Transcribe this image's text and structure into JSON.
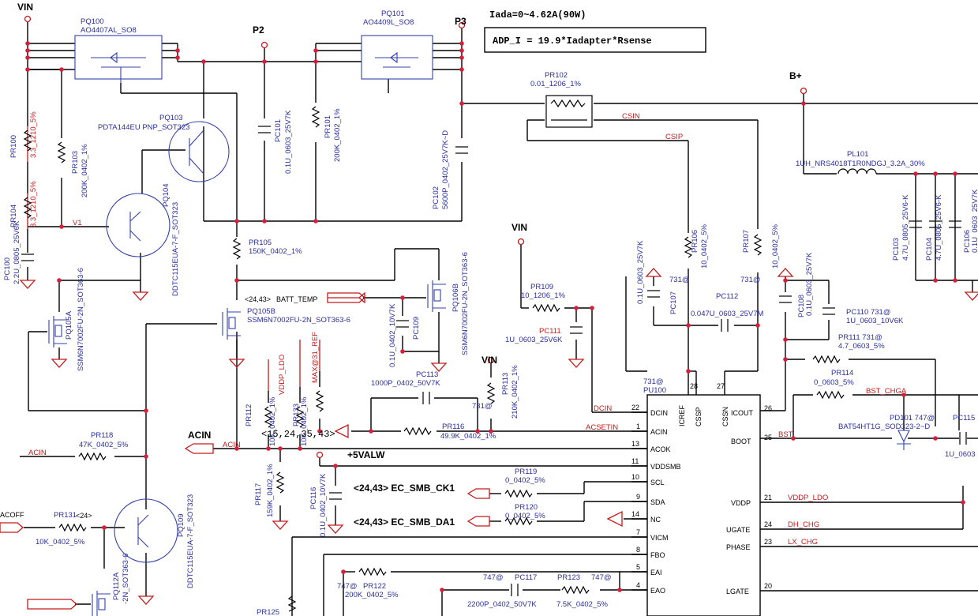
{
  "nets": {
    "vin_top": "VIN",
    "p2": "P2",
    "p3": "P3",
    "bplus": "B+",
    "vin_mid": "VIN",
    "vin_low": "VIN",
    "acin_big": "ACIN",
    "acin_red_left": "ACIN",
    "acin_red_mid": "ACIN",
    "batt_temp": "BATT_TEMP",
    "batt_ref": "<24,43>",
    "acin_ref": "<15,24,35,43>",
    "v5alw": "+5VALW",
    "smb_ck": "<24,43>  EC_SMB_CK1",
    "smb_da": "<24,43>  EC_SMB_DA1",
    "acoff": "ACOFF",
    "acoff_ref": "<24>",
    "csin": "CSIN",
    "csip": "CSIP",
    "dcin": "DCIN",
    "acsetin": "ACSETIN",
    "vddp_ldo_v": "VDDP_LDO",
    "max_ref_v": "MAX@31_REF",
    "bst_chga": "BST_CHGA",
    "bst": "BST",
    "vddp_ldo": "VDDP_LDO",
    "dh_chg": "DH_CHG",
    "lx_chg": "LX_CHG",
    "v1": "V1"
  },
  "notes": {
    "iada": "Iada=0~4.62A(90W)",
    "adp_formula": "ADP_I = 19.9*Iadapter*Rsense"
  },
  "parts": {
    "pq100": {
      "ref": "PQ100",
      "val": "AO4407AL_SO8"
    },
    "pq101": {
      "ref": "PQ101",
      "val": "AO4409L_SO8"
    },
    "pq103": {
      "ref": "PQ103",
      "val": "PDTA144EU PNP_SOT323"
    },
    "pq104": {
      "ref": "PQ104",
      "val": "DDTC115EUA-7-F_SOT323"
    },
    "pq105a": {
      "ref": "PQ105A",
      "val": "SSM6N7002FU-2N_SOT363-6"
    },
    "pq105b": {
      "ref": "PQ105B",
      "val": "SSM6N7002FU-2N_SOT363-6"
    },
    "pq106b": {
      "ref": "PQ106B",
      "val": "SSM6N7002FU-2N_SOT363-6"
    },
    "pq109": {
      "ref": "PQ109",
      "val": "DDTC115EUA-7-F_SOT323"
    },
    "pq112a": {
      "ref": "PQ112A",
      "val": "-2N_SOT363-6"
    },
    "pr100": {
      "ref": "PR100",
      "val": "3.3_1210_5%"
    },
    "pr104": {
      "ref": "PR104",
      "val": "3.3_1210_5%"
    },
    "pr103": {
      "ref": "PR103",
      "val": "200K_0402_1%"
    },
    "pr101": {
      "ref": "PR101",
      "val": "200K_0402_1%"
    },
    "pr102": {
      "ref": "PR102",
      "val": "0.01_1206_1%"
    },
    "pr105": {
      "ref": "PR105",
      "val": "150K_0402_1%"
    },
    "pr106": {
      "ref": "PR106",
      "val": "10_0402_5%"
    },
    "pr107": {
      "ref": "PR107",
      "val": "10_0402_5%"
    },
    "pr109": {
      "ref": "PR109",
      "val": "10_1206_1%"
    },
    "pr111": {
      "ref": "PR111 731@",
      "val": "4.7_0603_5%"
    },
    "pr112": {
      "ref": "PR112",
      "val": "10K_0402_1%"
    },
    "pr113": {
      "ref": "PR113",
      "val": "210K_0402_1%"
    },
    "pr114": {
      "ref": "PR114",
      "val": "0_0603_5%"
    },
    "pr116": {
      "ref": "PR116",
      "val": "49.9K_0402_1%"
    },
    "pr117": {
      "ref": "PR117",
      "val": "159K_0402_1%"
    },
    "pr118": {
      "ref": "PR118",
      "val": "47K_0402_5%"
    },
    "pr119": {
      "ref": "PR119",
      "val": "0_0402_5%"
    },
    "pr120": {
      "ref": "PR120",
      "val": "0_0402_5%"
    },
    "pr122": {
      "ref": "PR122",
      "val": "200K_0402_5%"
    },
    "pr123": {
      "ref": "PR123",
      "val": "7.5K_0402_5%"
    },
    "pr125": {
      "ref": "PR125",
      "val": ""
    },
    "pr131": {
      "ref": "PR131",
      "val": "10K_0402_5%"
    },
    "pr133": {
      "ref": "PR133",
      "val": "10K_0402_1%"
    },
    "pc100": {
      "ref": "PC100",
      "val": "2.2U_0805_25V6K"
    },
    "pc101": {
      "ref": "PC101",
      "val": "0.1U_0603_25V7K"
    },
    "pc102": {
      "ref": "PC102",
      "val": "5600P_0402_25V7K~D"
    },
    "pc103": {
      "ref": "PC103",
      "val": "4.7U_0805_25V6-K"
    },
    "pc104": {
      "ref": "PC104",
      "val": "4.7U_0805_25V6-K"
    },
    "pc106": {
      "ref": "PC106",
      "val": "0.1U_0603_25V7K"
    },
    "pc107": {
      "ref": "PC107",
      "val": "0.1U_0603_25V7K"
    },
    "pc108": {
      "ref": "PC108",
      "val": "0.1U_0603_25V7K"
    },
    "pc109": {
      "ref": "PC109",
      "val": "0.1U_0402_10V7K"
    },
    "pc110": {
      "ref": "PC110 731@",
      "val": "1U_0603_10V6K"
    },
    "pc111": {
      "ref": "PC111",
      "val": "1U_0603_25V6K"
    },
    "pc112": {
      "ref": "PC112",
      "val": "0.047U_0603_25V7M"
    },
    "pc113": {
      "ref": "PC113",
      "val": "1000P_0402_50V7K"
    },
    "pc115": {
      "ref": "PC115",
      "val": "1U_0603"
    },
    "pc116": {
      "ref": "PC116",
      "val": "0.1U_0402_10V7K"
    },
    "pc117": {
      "ref": "PC117",
      "val": "2200P_0402_50V7K"
    },
    "pd101": {
      "ref": "PD101 747@",
      "val": "BAT54HT1G_SOD323-2~D"
    },
    "pl101": {
      "ref": "PL101",
      "val": "1UH_NRS4018T1R0NDGJ_3.2A_30%"
    },
    "pu100": {
      "ref": "PU100",
      "opt": "731@"
    }
  },
  "ic": {
    "left_pins": [
      {
        "n": "22",
        "name": "DCIN"
      },
      {
        "n": "1",
        "name": "ACIN"
      },
      {
        "n": "13",
        "name": "ACOK"
      },
      {
        "n": "11",
        "name": "VDDSMB"
      },
      {
        "n": "10",
        "name": "SCL"
      },
      {
        "n": "9",
        "name": "SDA"
      },
      {
        "n": "14",
        "name": "NC"
      },
      {
        "n": "7",
        "name": "VICM"
      },
      {
        "n": "8",
        "name": "FBO"
      },
      {
        "n": "5",
        "name": "EAI"
      },
      {
        "n": "4",
        "name": "EAO"
      }
    ],
    "top_pins": [
      {
        "n": "28",
        "name": "CSSP"
      },
      {
        "n": "27",
        "name": "CSSN"
      }
    ],
    "icref": "ICREF",
    "right_pins": [
      {
        "n": "26",
        "name": "ICOUT"
      },
      {
        "n": "25",
        "name": "BOOT"
      },
      {
        "n": "21",
        "name": "VDDP"
      },
      {
        "n": "24",
        "name": "UGATE"
      },
      {
        "n": "23",
        "name": "PHASE"
      },
      {
        "n": "20",
        "name": "LGATE"
      }
    ]
  },
  "opts": {
    "o731": "731@",
    "o747": "747@",
    "o731_747": "731@ 747@"
  }
}
